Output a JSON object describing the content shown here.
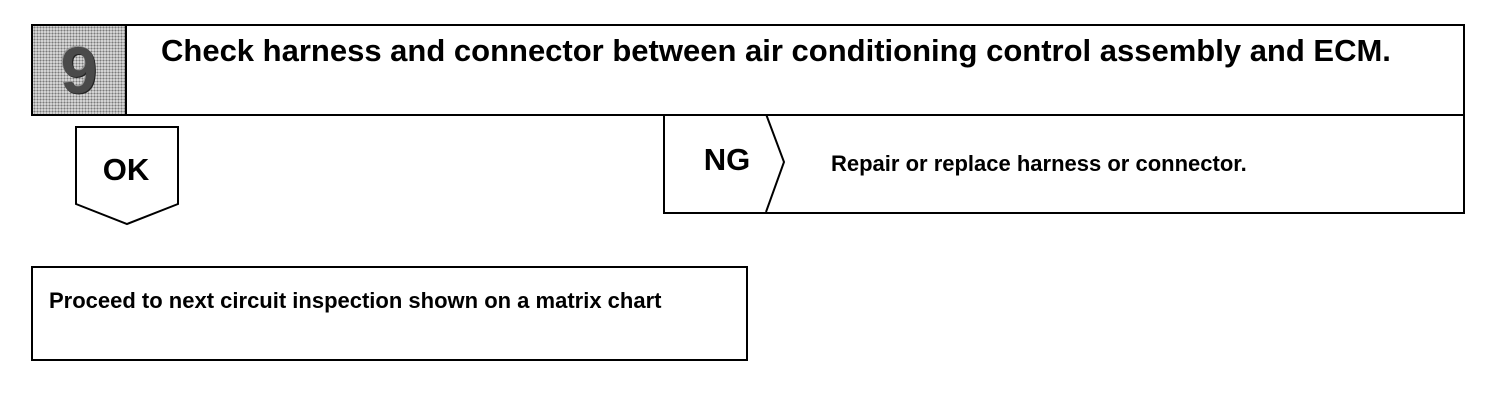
{
  "step": {
    "number": "9",
    "title": "Check harness and connector between air conditioning control assembly and ECM."
  },
  "ok_branch": {
    "label": "OK",
    "next": "Proceed to next circuit inspection shown on a matrix chart"
  },
  "ng_branch": {
    "label": "NG",
    "action": "Repair or replace harness or connector."
  }
}
